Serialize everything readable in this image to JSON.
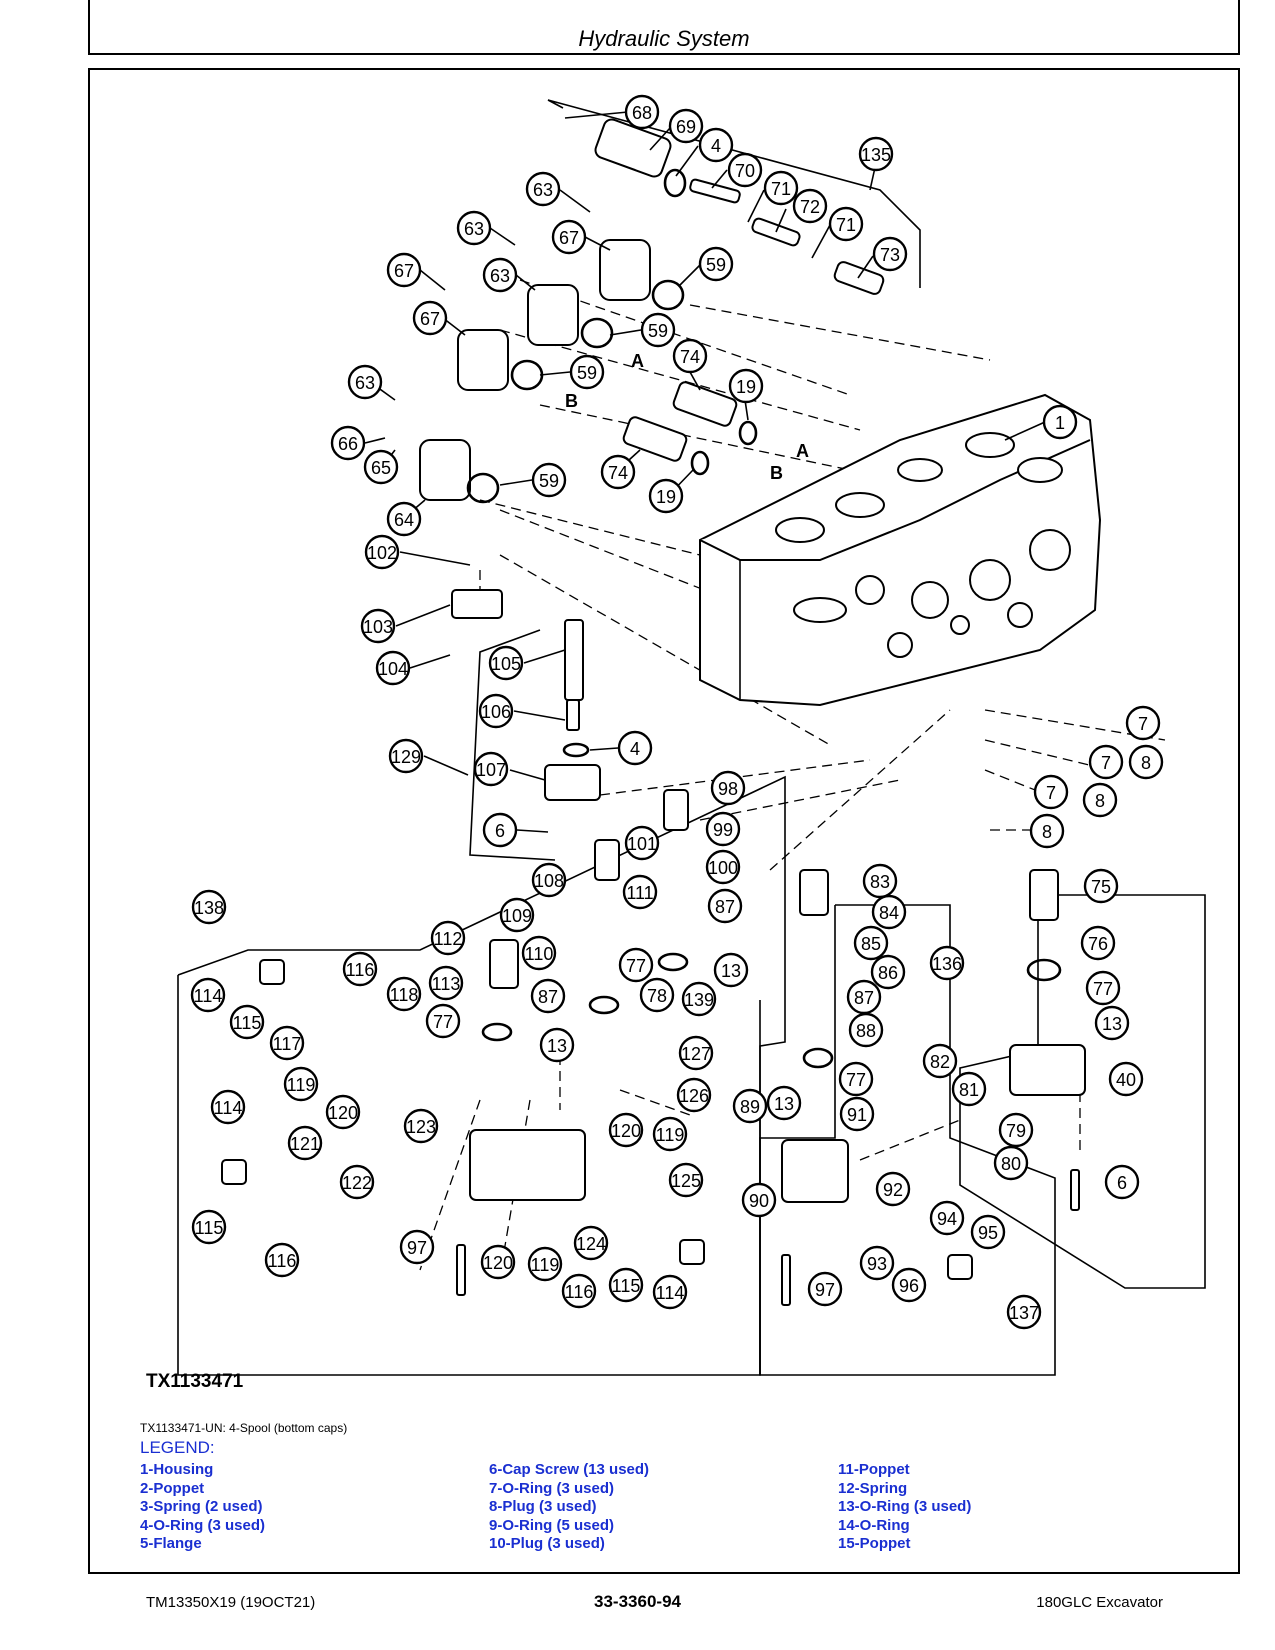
{
  "header": {
    "title": "Hydraulic System"
  },
  "figure": {
    "id": "TX1133471",
    "caption": "TX1133471-UN: 4-Spool (bottom caps)",
    "callouts": [
      "68",
      "69",
      "4",
      "70",
      "71",
      "72",
      "71",
      "73",
      "135",
      "63",
      "63",
      "67",
      "63",
      "67",
      "67",
      "59",
      "59",
      "59",
      "74",
      "19",
      "74",
      "19",
      "59",
      "63",
      "66",
      "65",
      "64",
      "1",
      "102",
      "103",
      "104",
      "105",
      "106",
      "4",
      "129",
      "107",
      "6",
      "98",
      "99",
      "101",
      "100",
      "108",
      "109",
      "111",
      "110",
      "87",
      "112",
      "113",
      "77",
      "13",
      "87",
      "78",
      "77",
      "139",
      "13",
      "138",
      "114",
      "115",
      "116",
      "117",
      "118",
      "119",
      "120",
      "114",
      "121",
      "115",
      "116",
      "122",
      "123",
      "127",
      "126",
      "120",
      "119",
      "125",
      "124",
      "97",
      "120",
      "119",
      "116",
      "115",
      "114",
      "83",
      "84",
      "85",
      "86",
      "87",
      "88",
      "77",
      "89",
      "13",
      "91",
      "90",
      "92",
      "94",
      "93",
      "95",
      "96",
      "97",
      "137",
      "7",
      "8",
      "7",
      "8",
      "7",
      "8",
      "75",
      "76",
      "77",
      "136",
      "13",
      "82",
      "81",
      "40",
      "79",
      "80",
      "6"
    ],
    "letters": [
      "A",
      "B",
      "A",
      "B"
    ]
  },
  "legend": {
    "title": "LEGEND:",
    "col1": [
      "1-Housing",
      "2-Poppet",
      "3-Spring (2 used)",
      "4-O-Ring (3 used)",
      "5-Flange"
    ],
    "col2": [
      "6-Cap Screw (13 used)",
      "7-O-Ring (3 used)",
      "8-Plug (3 used)",
      "9-O-Ring (5 used)",
      "10-Plug (3 used)"
    ],
    "col3": [
      "11-Poppet",
      "12-Spring",
      "13-O-Ring (3 used)",
      "14-O-Ring",
      "15-Poppet"
    ]
  },
  "footer": {
    "left": "TM13350X19 (19OCT21)",
    "center": "33-3360-94",
    "right": "180GLC Excavator"
  }
}
